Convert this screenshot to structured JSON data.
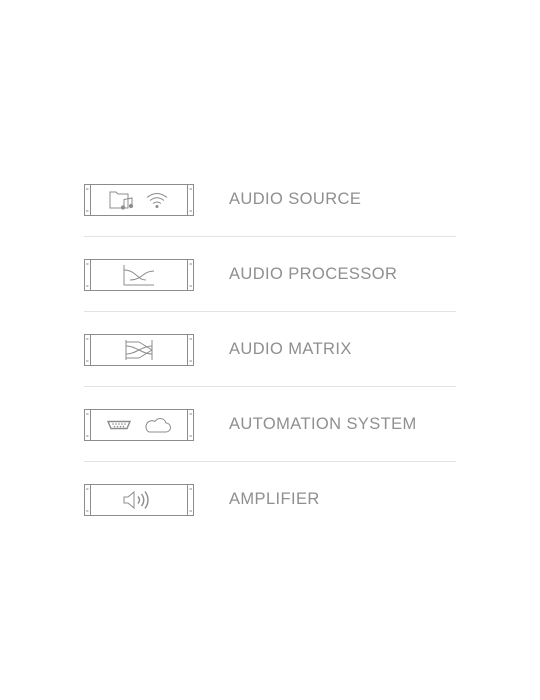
{
  "colors": {
    "stroke": "#8c8c8c",
    "text": "#8f8f8f",
    "divider": "#e3e3e3"
  },
  "items": [
    {
      "label": "AUDIO SOURCE",
      "icons": [
        "folder-music-icon",
        "wifi-icon"
      ]
    },
    {
      "label": "AUDIO PROCESSOR",
      "icons": [
        "dsp-processor-icon"
      ]
    },
    {
      "label": "AUDIO MATRIX",
      "icons": [
        "matrix-routing-icon"
      ]
    },
    {
      "label": "AUTOMATION SYSTEM",
      "icons": [
        "serial-port-icon",
        "cloud-icon"
      ]
    },
    {
      "label": "AMPLIFIER",
      "icons": [
        "speaker-icon"
      ]
    }
  ]
}
